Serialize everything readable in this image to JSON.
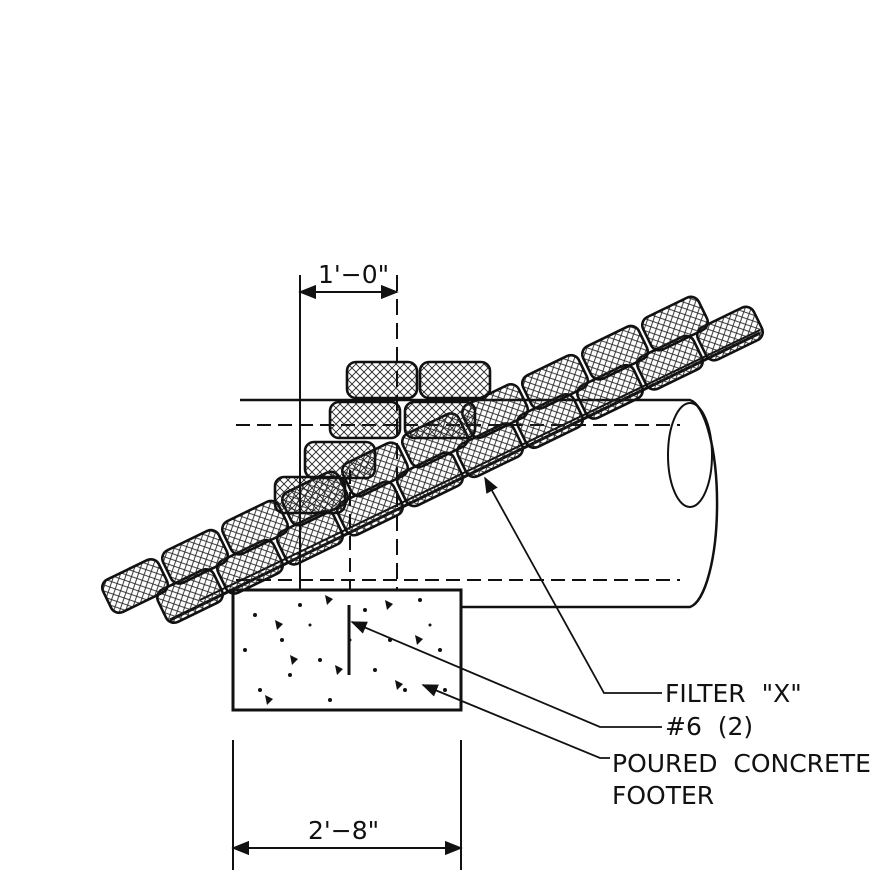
{
  "dimensions": {
    "top_width": "1'−0\"",
    "footer_width": "2'−8\""
  },
  "callouts": {
    "filter": "FILTER  \"X\"",
    "rebar": "#6  (2)",
    "footer_line1": "POURED  CONCRETE",
    "footer_line2": "FOOTER"
  },
  "colors": {
    "ink": "#111111",
    "background": "#ffffff"
  }
}
